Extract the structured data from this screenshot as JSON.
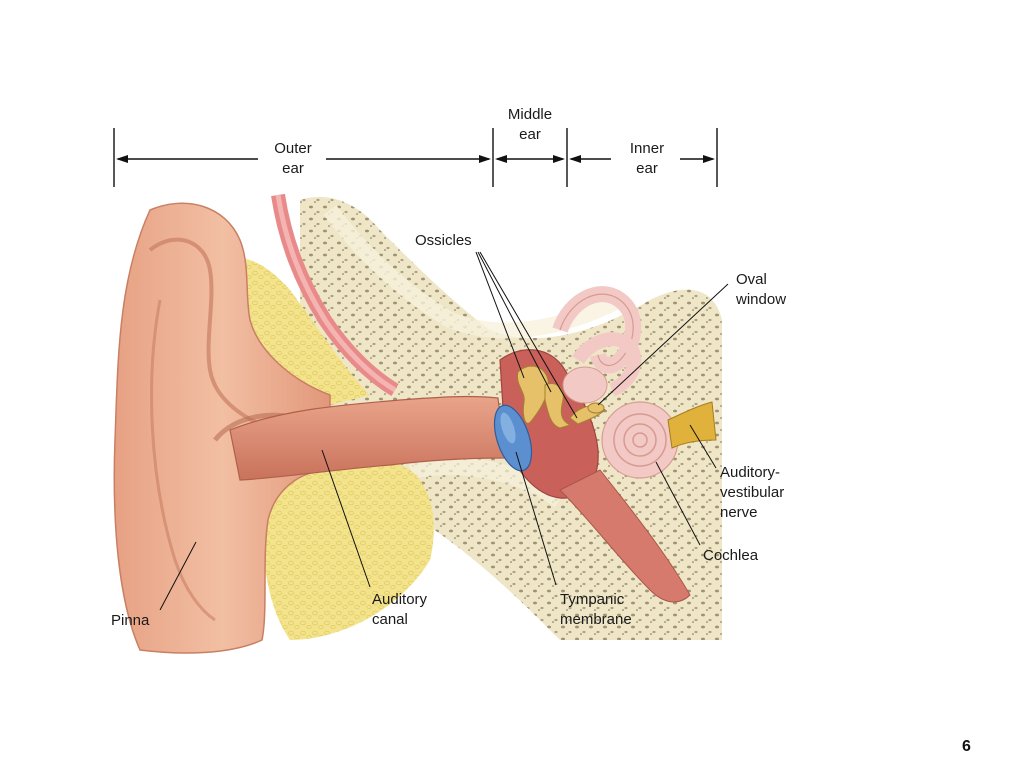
{
  "regions": {
    "outer": [
      "Outer",
      "ear"
    ],
    "middle": [
      "Middle",
      "ear"
    ],
    "inner": [
      "Inner",
      "ear"
    ]
  },
  "labels": {
    "ossicles": [
      "Ossicles"
    ],
    "oval_window": [
      "Oval",
      "window"
    ],
    "auditory_vestibular_nerve": [
      "Auditory-",
      "vestibular",
      "nerve"
    ],
    "cochlea": [
      "Cochlea"
    ],
    "tympanic_membrane": [
      "Tympanic",
      "membrane"
    ],
    "auditory_canal": [
      "Auditory",
      "canal"
    ],
    "pinna": [
      "Pinna"
    ]
  },
  "colors": {
    "skin": "#e8a888",
    "skin_dark": "#c97f64",
    "canal": "#d98a72",
    "cartilage": "#f3e38c",
    "bone": "#eee5c5",
    "bone_dots": "#9a8d6a",
    "middle_cavity": "#c9605a",
    "tympanic": "#5b8fd0",
    "ossicle": "#e6c16a",
    "inner_ear": "#f2c9c4",
    "nerve": "#e0b23c",
    "vessel": "#e98a8a"
  },
  "page_number": "6"
}
